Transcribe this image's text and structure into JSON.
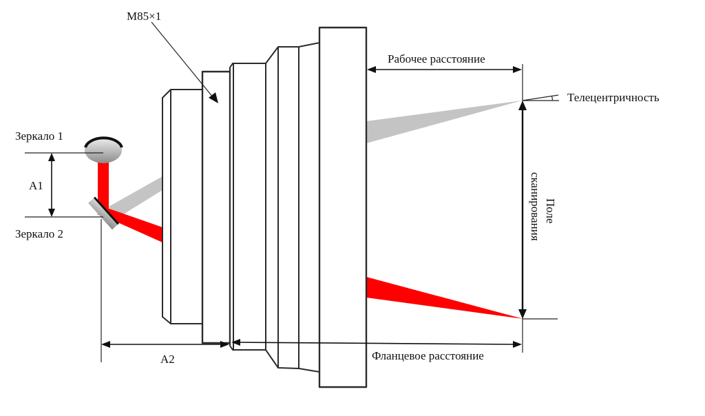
{
  "title": "F-theta scanning lens layout",
  "labels": {
    "thread": "M85×1",
    "working_distance": "Рабочее расстояние",
    "telecentricity": "Телецентричность",
    "mirror1": "Зеркало 1",
    "mirror2": "Зеркало 2",
    "a1": "A1",
    "a2": "A2",
    "scan_field_line1": "Поле",
    "scan_field_line2": "сканирования",
    "flange_distance": "Фланцевое расстояние"
  },
  "colors": {
    "laser_beam": "#ff0000",
    "return_beam": "#c4c4c4",
    "outline": "#2b2b2b",
    "background": "#ffffff"
  }
}
